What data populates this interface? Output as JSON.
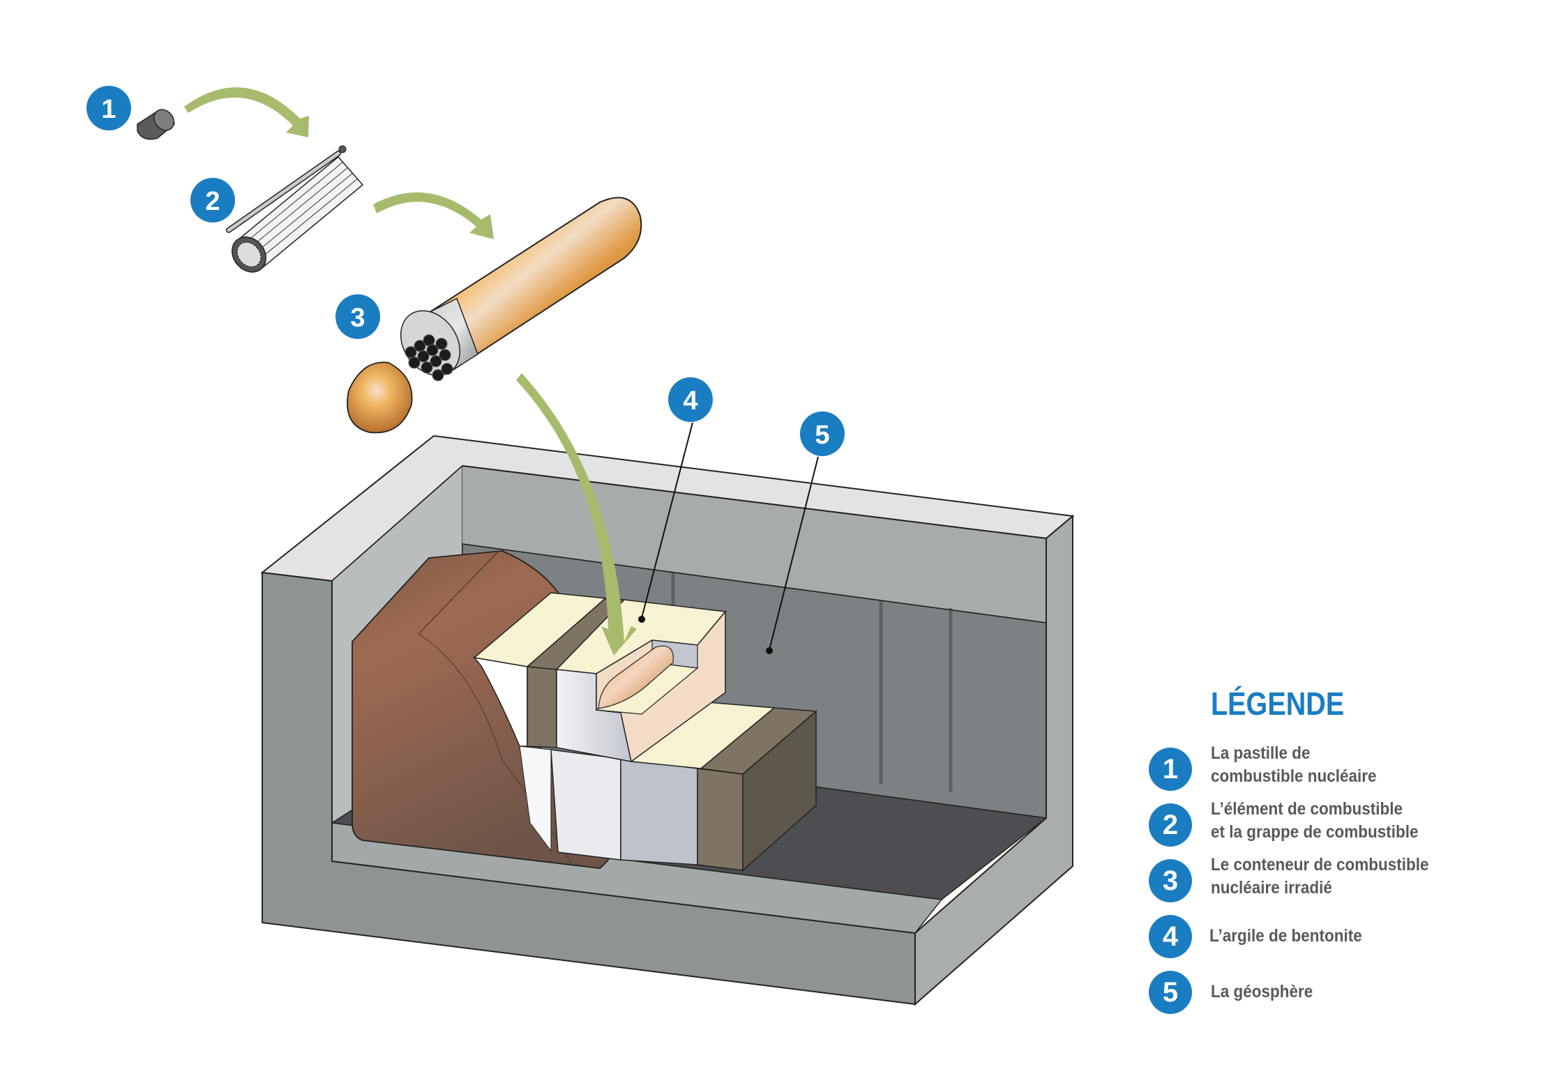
{
  "diagram": {
    "subject": "Deep geological repository multi-barrier system",
    "colors": {
      "badge": "#1a7dc2",
      "arrow": "#a7bb6d",
      "legend_text": "#58595b",
      "copper": "#d08a3a",
      "bentonite": "#f7f3d2",
      "rock": "#9ea2a3"
    },
    "callouts": [
      {
        "number": "1",
        "target": "fuel pellet"
      },
      {
        "number": "2",
        "target": "fuel bundle"
      },
      {
        "number": "3",
        "target": "used fuel container"
      },
      {
        "number": "4",
        "target": "bentonite clay"
      },
      {
        "number": "5",
        "target": "geosphere"
      }
    ],
    "arrows": [
      {
        "from": "1",
        "to": "2"
      },
      {
        "from": "2",
        "to": "3"
      },
      {
        "from": "3",
        "to": "4"
      }
    ]
  },
  "legend": {
    "title": "LÉGENDE",
    "items": [
      {
        "number": "1",
        "label": "La pastille de\ncombustible nucléaire"
      },
      {
        "number": "2",
        "label": "L’élément de combustible\net la grappe de combustible"
      },
      {
        "number": "3",
        "label": "Le conteneur de combustible\nnucléaire irradié"
      },
      {
        "number": "4",
        "label": "L’argile de bentonite"
      },
      {
        "number": "5",
        "label": "La géosphère"
      }
    ]
  }
}
